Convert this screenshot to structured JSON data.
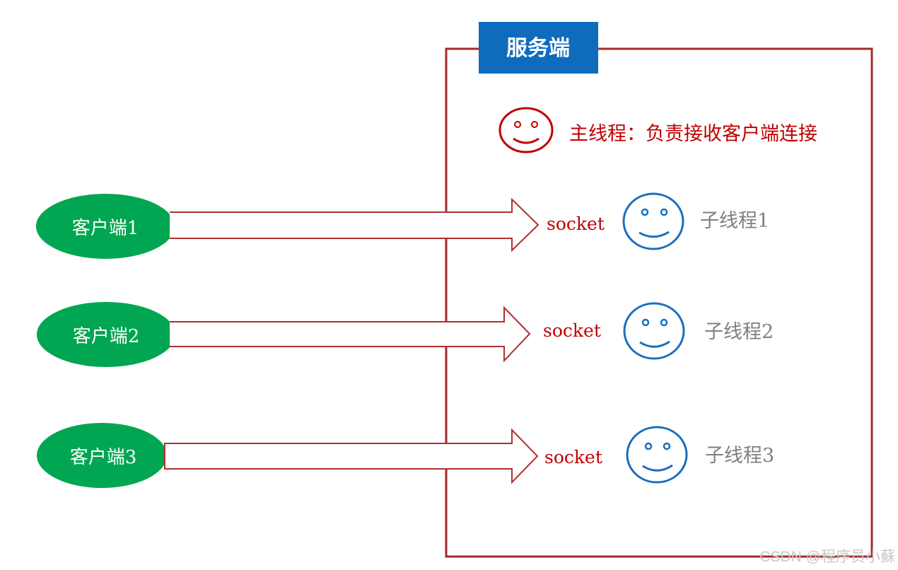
{
  "server": {
    "label": "服务端",
    "main_thread_text": "主线程：负责接收客户端连接"
  },
  "connections": [
    {
      "client_label": "客户端1",
      "socket_label": "socket",
      "thread_label": "子线程1"
    },
    {
      "client_label": "客户端2",
      "socket_label": "socket",
      "thread_label": "子线程2"
    },
    {
      "client_label": "客户端3",
      "socket_label": "socket",
      "thread_label": "子线程3"
    }
  ],
  "watermark": "CSDN @程序员小蘇",
  "colors": {
    "server_border": "#a52a2a",
    "server_label_bg": "#0f6cbd",
    "client_fill": "#00a651",
    "arrow_stroke": "#b03030",
    "socket_text": "#c00000",
    "main_thread": "#c00000",
    "sub_thread": "#1a6fbf",
    "thread_text": "#7f7f7f"
  }
}
